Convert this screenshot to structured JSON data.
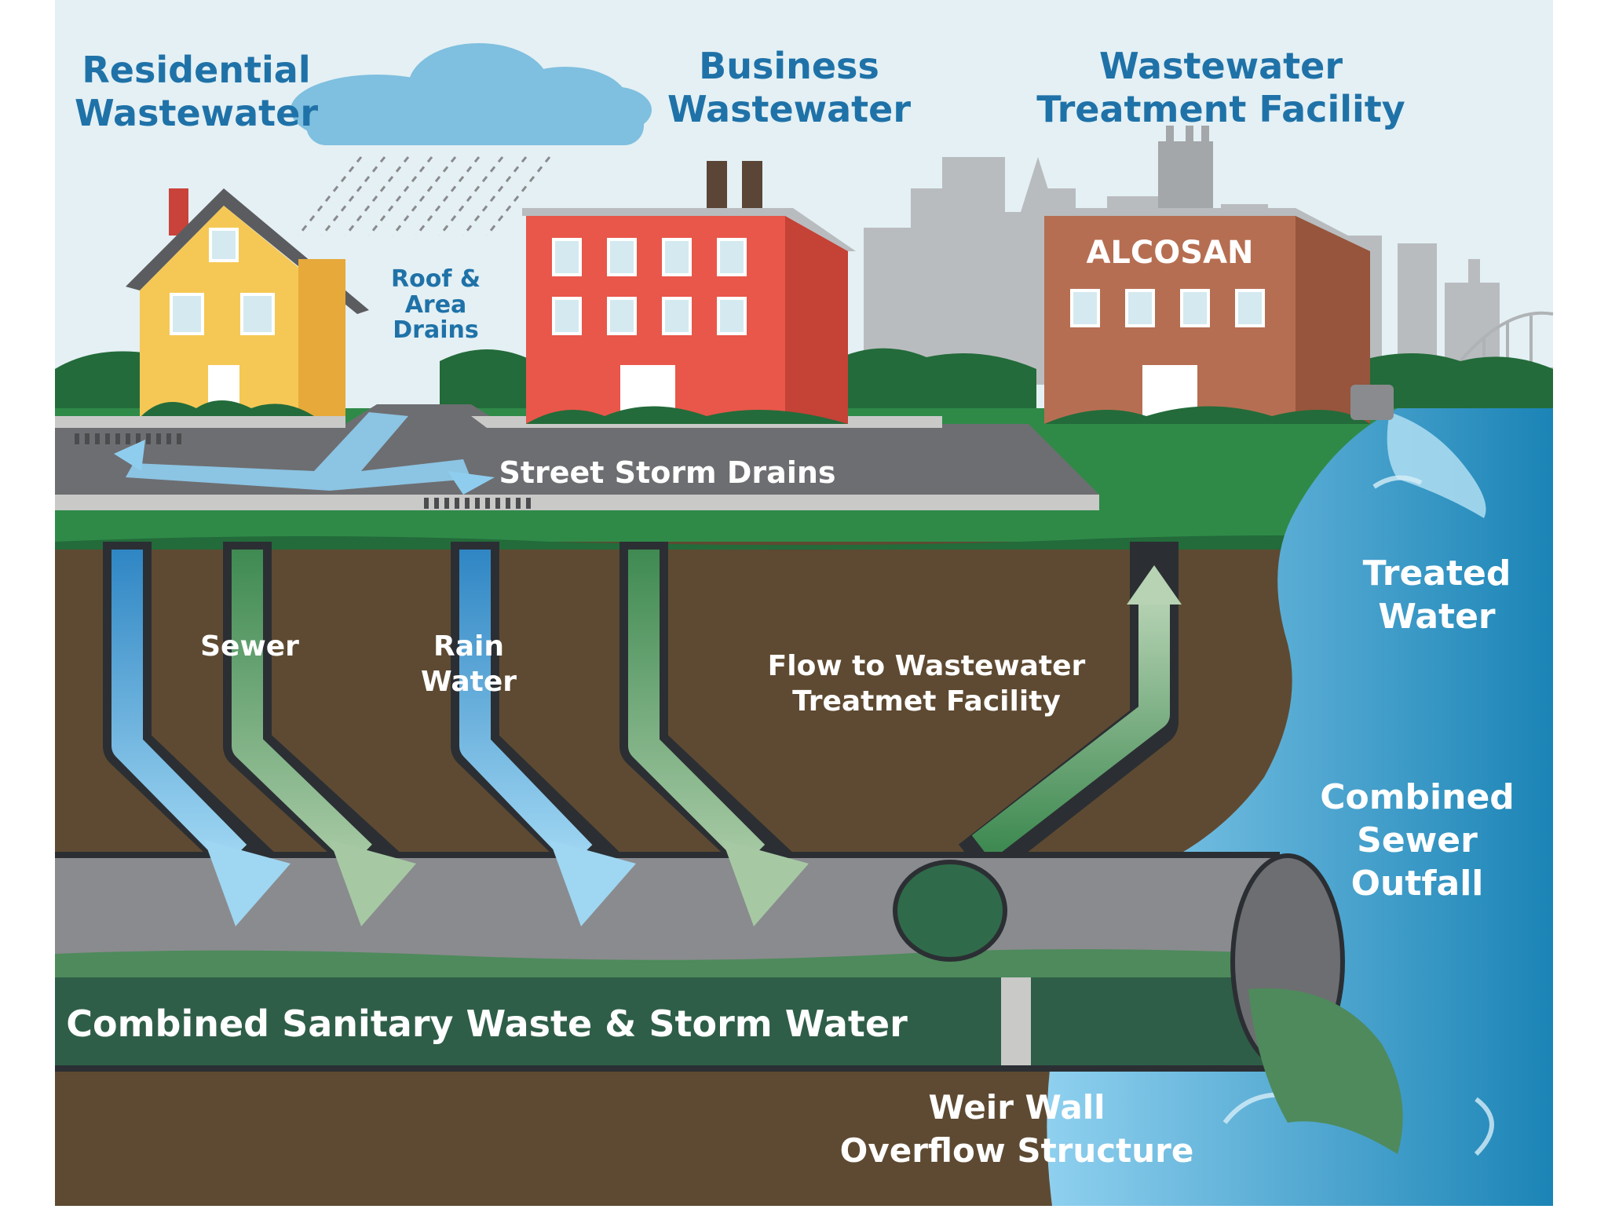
{
  "colors": {
    "sky": "#e4f0f4",
    "ground": "#5e4a32",
    "grass": "#2f8a48",
    "road": "#6d6e71",
    "pipe": "#8a8b8e",
    "sewage": "#3f8a5a",
    "rain": "#4fa6d8",
    "water": "#2f94c2",
    "title_blue": "#1f72a8"
  },
  "labels": {
    "residential_line1": "Residential",
    "residential_line2": "Wastewater",
    "business_line1": "Business",
    "business_line2": "Wastewater",
    "treatment_line1": "Wastewater",
    "treatment_line2": "Treatment Facility",
    "roof_line1": "Roof &",
    "roof_line2": "Area",
    "roof_line3": "Drains",
    "alcosan": "ALCOSAN",
    "street_storm_drains": "Street Storm Drains",
    "sewer": "Sewer",
    "rain_line1": "Rain",
    "rain_line2": "Water",
    "flow_line1": "Flow to Wastewater",
    "flow_line2": "Treatmet Facility",
    "treated_line1": "Treated",
    "treated_line2": "Water",
    "outfall_line1": "Combined",
    "outfall_line2": "Sewer",
    "outfall_line3": "Outfall",
    "combined_pipe": "Combined Sanitary Waste & Storm Water",
    "weir_line1": "Weir Wall",
    "weir_line2": "Overflow Structure"
  },
  "icons": [
    "cloud-icon",
    "rain-icon",
    "house-icon",
    "business-building-icon",
    "treatment-building-icon",
    "city-skyline-icon",
    "bridge-icon"
  ]
}
